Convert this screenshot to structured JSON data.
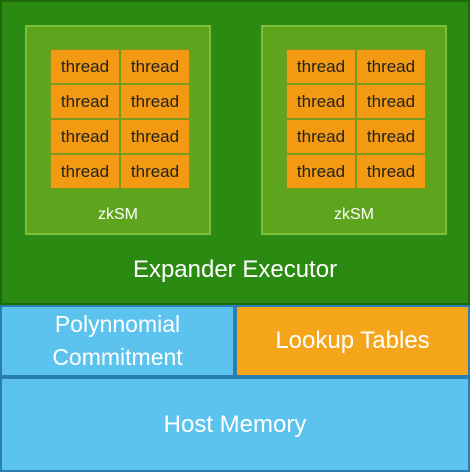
{
  "executor": {
    "label": "Expander Executor",
    "units": [
      {
        "label": "zkSM",
        "threads": [
          "thread",
          "thread",
          "thread",
          "thread",
          "thread",
          "thread",
          "thread",
          "thread"
        ]
      },
      {
        "label": "zkSM",
        "threads": [
          "thread",
          "thread",
          "thread",
          "thread",
          "thread",
          "thread",
          "thread",
          "thread"
        ]
      }
    ]
  },
  "polynomial_commitment": {
    "line1": "Polynnomial",
    "line2": "Commitment"
  },
  "lookup_tables": {
    "label": "Lookup Tables"
  },
  "host_memory": {
    "label": "Host Memory"
  },
  "colors": {
    "executor": "#2b8a12",
    "zksm": "#5ea51d",
    "thread": "#f39a12",
    "memory": "#5cc3ee",
    "lookup": "#f5a51a"
  }
}
